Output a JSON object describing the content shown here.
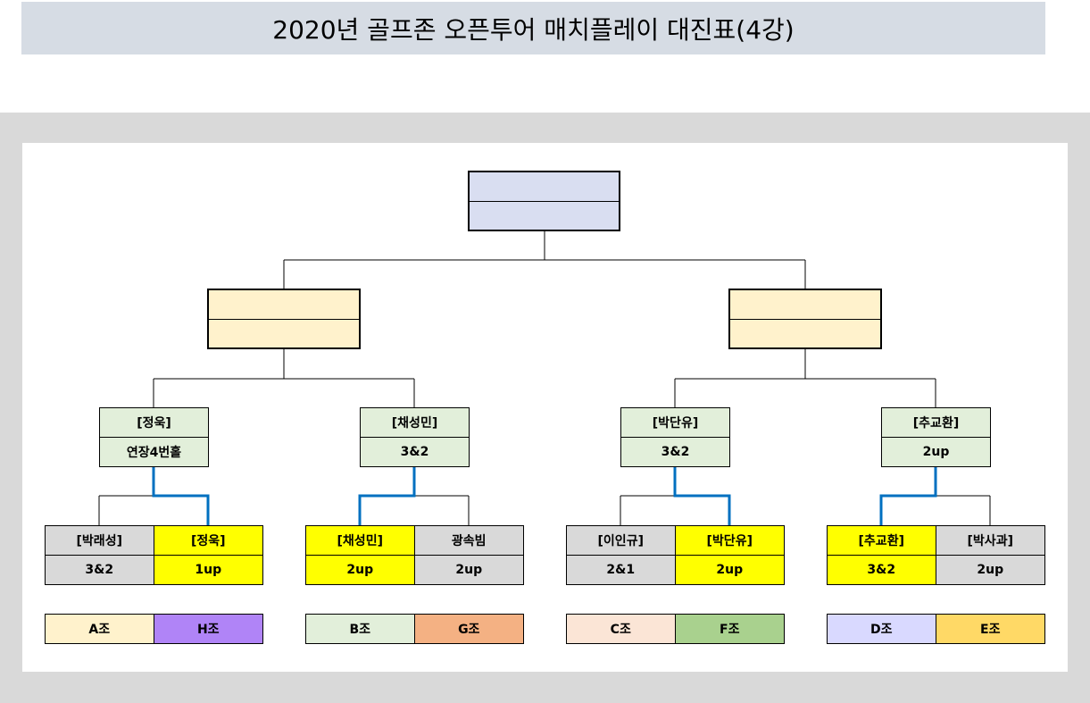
{
  "title": "2020년 골프존 오픈투어 매치플레이 대진표(4강)",
  "colors": {
    "final": "#d9def1",
    "semi": "#fff2cc",
    "qf": "#e2efda",
    "winner": "#ffff00",
    "loser": "#d9d9d9",
    "line": "#000000",
    "win_line": "#0070c0"
  },
  "final": {
    "name": "",
    "result": ""
  },
  "semis": [
    {
      "name": "",
      "result": ""
    },
    {
      "name": "",
      "result": ""
    }
  ],
  "quarters": [
    {
      "name": "[정욱]",
      "result": "연장4번홀"
    },
    {
      "name": "[채성민]",
      "result": "3&2"
    },
    {
      "name": "[박단유]",
      "result": "3&2"
    },
    {
      "name": "[추교환]",
      "result": "2up"
    }
  ],
  "matches": [
    {
      "left": {
        "name": "[박래성]",
        "score": "3&2",
        "winner": false
      },
      "right": {
        "name": "[정욱]",
        "score": "1up",
        "winner": true
      }
    },
    {
      "left": {
        "name": "[채성민]",
        "score": "2up",
        "winner": true
      },
      "right": {
        "name": "광속빔",
        "score": "2up",
        "winner": false
      }
    },
    {
      "left": {
        "name": "[이인규]",
        "score": "2&1",
        "winner": false
      },
      "right": {
        "name": "[박단유]",
        "score": "2up",
        "winner": true
      }
    },
    {
      "left": {
        "name": "[추교환]",
        "score": "3&2",
        "winner": true
      },
      "right": {
        "name": "[박사과]",
        "score": "2up",
        "winner": false
      }
    }
  ],
  "groups": [
    {
      "left": {
        "label": "A조",
        "color": "#fff2cc"
      },
      "right": {
        "label": "H조",
        "color": "#b084f7"
      }
    },
    {
      "left": {
        "label": "B조",
        "color": "#e2efda"
      },
      "right": {
        "label": "G조",
        "color": "#f4b183"
      }
    },
    {
      "left": {
        "label": "C조",
        "color": "#fbe5d6"
      },
      "right": {
        "label": "F조",
        "color": "#a9d18e"
      }
    },
    {
      "left": {
        "label": "D조",
        "color": "#d9d9ff"
      },
      "right": {
        "label": "E조",
        "color": "#ffd966"
      }
    }
  ]
}
